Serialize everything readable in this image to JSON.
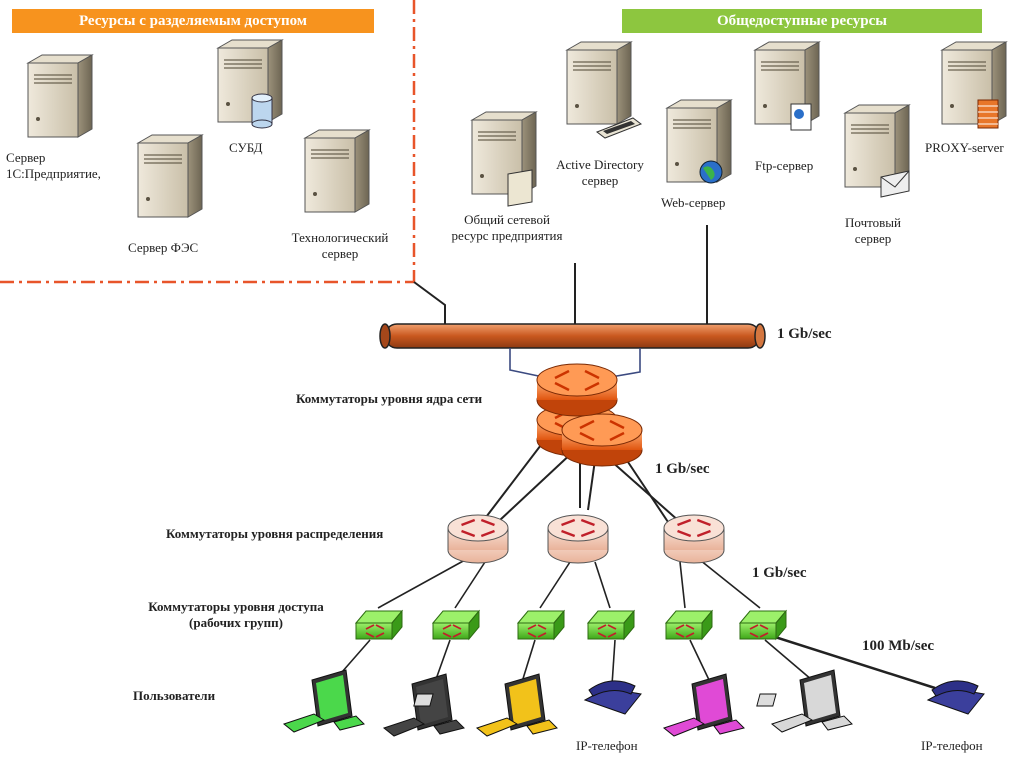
{
  "headers": {
    "shared": "Ресурсы с разделяемым доступом",
    "public": "Общедоступные ресурсы"
  },
  "servers": {
    "srv_1c": "Сервер\n1С:Предприятие,",
    "fes": "Сервер ФЭС",
    "dbms": "СУБД",
    "tech": "Технологический\nсервер",
    "share": "Общий сетевой\nресурс предприятия",
    "ad": "Active Directory\nсервер",
    "web": "Web-сервер",
    "ftp": "Ftp-сервер",
    "mail": "Почтовый\nсервер",
    "proxy": "PROXY-server"
  },
  "tiers": {
    "core": "Коммутаторы уровня ядра сети",
    "dist": "Коммутаторы уровня распределения",
    "access": "Коммутаторы уровня доступа\n(рабочих групп)",
    "users": "Пользователи"
  },
  "speeds": {
    "backbone": "1 Gb/sec",
    "core_dist": "1 Gb/sec",
    "dist_access": "1 Gb/sec",
    "access_users": "100 Mb/sec"
  },
  "devices": {
    "ip_phone_1": "IP-телефон",
    "ip_phone_2": "IP-телефон"
  },
  "colors": {
    "shared_header": "#f7931e",
    "public_header": "#8dc63f",
    "backbone": "#d26a3a",
    "core_switch": "#f36f21",
    "dist_switch": "#f4c7b6",
    "access_switch": "#6fcf3a",
    "dash_border": "#e8552a"
  }
}
